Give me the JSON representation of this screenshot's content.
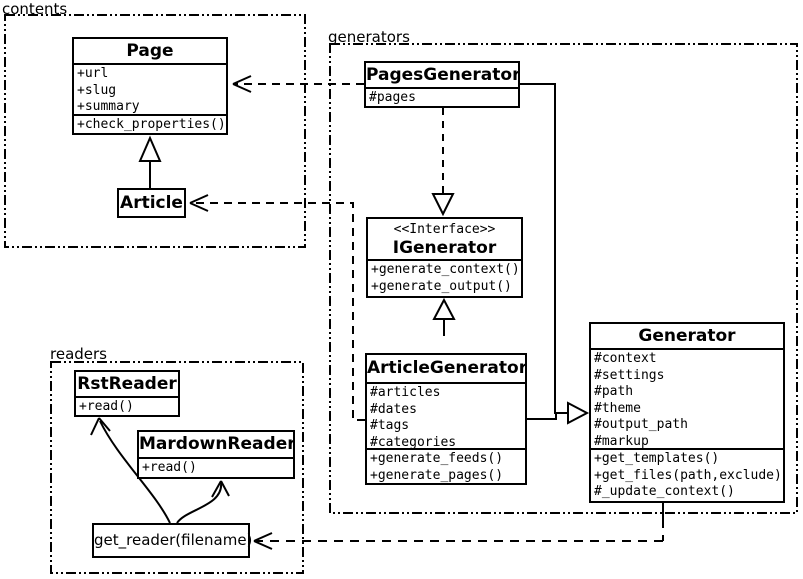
{
  "packages": {
    "contents": {
      "label": "contents"
    },
    "generators": {
      "label": "generators"
    },
    "readers": {
      "label": "readers"
    }
  },
  "classes": {
    "page": {
      "name": "Page",
      "attributes": [
        "+url",
        "+slug",
        "+summary"
      ],
      "methods": [
        "+check_properties()"
      ]
    },
    "article": {
      "name": "Article"
    },
    "pages_generator": {
      "name": "PagesGenerator",
      "attributes": [
        "#pages"
      ]
    },
    "igenerator": {
      "stereotype": "<<Interface>>",
      "name": "IGenerator",
      "methods": [
        "+generate_context()",
        "+generate_output()"
      ]
    },
    "article_generator": {
      "name": "ArticleGenerator",
      "attributes": [
        "#articles",
        "#dates",
        "#tags",
        "#categories"
      ],
      "methods": [
        "+generate_feeds()",
        "+generate_pages()"
      ]
    },
    "generator": {
      "name": "Generator",
      "attributes": [
        "#context",
        "#settings",
        "#path",
        "#theme",
        "#output_path",
        "#markup"
      ],
      "methods": [
        "+get_templates()",
        "+get_files(path,exclude)",
        "#_update_context()"
      ]
    },
    "rst_reader": {
      "name": "RstReader",
      "methods": [
        "+read()"
      ]
    },
    "mardown_reader": {
      "name": "MardownReader",
      "methods": [
        "+read()"
      ]
    },
    "get_reader": {
      "label": "get_reader(filename)"
    }
  },
  "relationships": [
    {
      "from": "Article",
      "to": "Page",
      "type": "inheritance"
    },
    {
      "from": "PagesGenerator",
      "to": "Page",
      "type": "dependency"
    },
    {
      "from": "ArticleGenerator",
      "to": "Article",
      "type": "dependency"
    },
    {
      "from": "PagesGenerator",
      "to": "IGenerator",
      "type": "realization"
    },
    {
      "from": "ArticleGenerator",
      "to": "IGenerator",
      "type": "inheritance"
    },
    {
      "from": "PagesGenerator",
      "to": "Generator",
      "type": "inheritance"
    },
    {
      "from": "ArticleGenerator",
      "to": "Generator",
      "type": "inheritance"
    },
    {
      "from": "Generator",
      "to": "get_reader(filename)",
      "type": "dependency"
    },
    {
      "from": "get_reader(filename)",
      "to": "RstReader",
      "type": "arrow"
    },
    {
      "from": "get_reader(filename)",
      "to": "MardownReader",
      "type": "arrow"
    }
  ],
  "colors": {
    "line": "#000000",
    "background": "#ffffff"
  }
}
